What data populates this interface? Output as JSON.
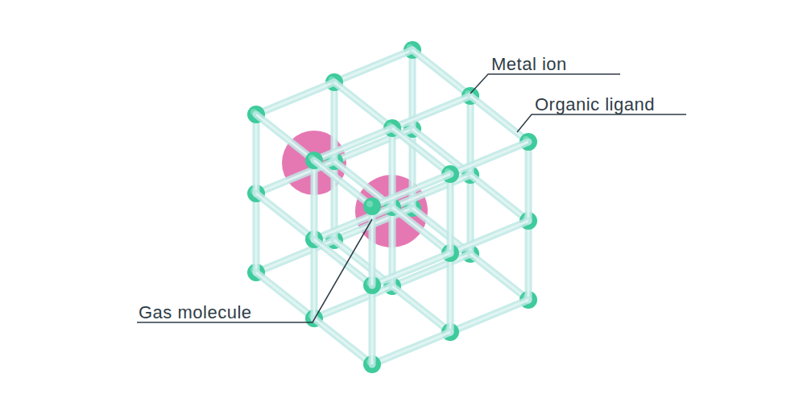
{
  "diagram": {
    "labels": [
      "Metal ion",
      "Organic ligand",
      "Gas molecule"
    ]
  }
}
